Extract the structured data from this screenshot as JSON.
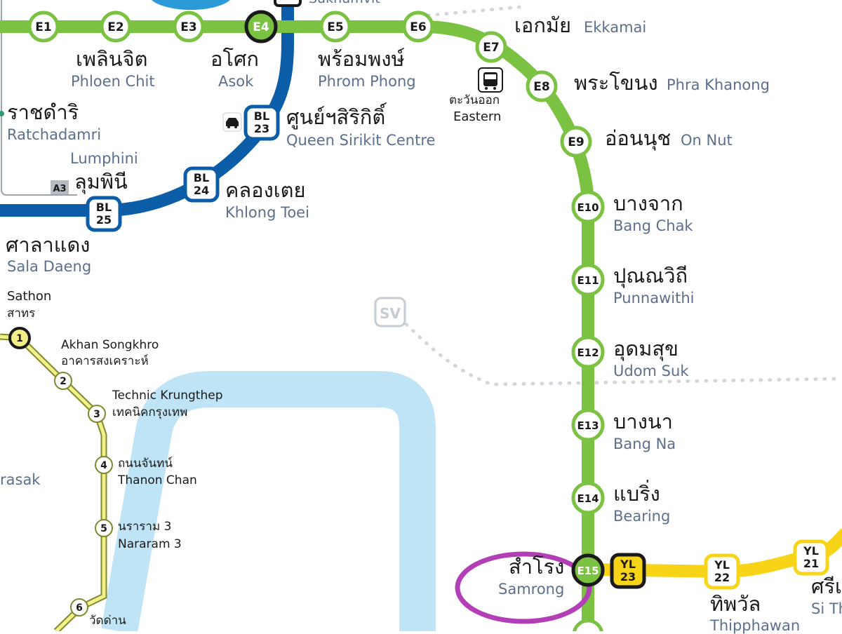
{
  "colors": {
    "sukhumvit_line": "#7cc242",
    "blue_line": "#0a5da6",
    "yellow_line": "#f7d417",
    "gold_line": "#f4f089",
    "river": "#bfe4f6",
    "highlight_circle": "#b23fb5",
    "planned_line": "#d3d6db"
  },
  "partial_top": {
    "sukhumvit": "Sukhumvit"
  },
  "stations": {
    "e1": {
      "code": "E1"
    },
    "e2": {
      "code": "E2",
      "th": "เพลินจิต",
      "en": "Phloen Chit"
    },
    "e3": {
      "code": "E3"
    },
    "e4": {
      "code": "E4",
      "th": "อโศก",
      "en": "Asok"
    },
    "e5": {
      "code": "E5",
      "th": "พร้อมพงษ์",
      "en": "Phrom Phong"
    },
    "e6": {
      "code": "E6"
    },
    "e7": {
      "code": "E7",
      "th": "เอกมัย",
      "en": "Ekkamai"
    },
    "e8": {
      "code": "E8",
      "th": "พระโขนง",
      "en": "Phra Khanong"
    },
    "e9": {
      "code": "E9",
      "th": "อ่อนนุช",
      "en": "On Nut"
    },
    "e10": {
      "code": "E10",
      "th": "บางจาก",
      "en": "Bang Chak"
    },
    "e11": {
      "code": "E11",
      "th": "ปุณณวิถี",
      "en": "Punnawithi"
    },
    "e12": {
      "code": "E12",
      "th": "อุดมสุข",
      "en": "Udom Suk"
    },
    "e13": {
      "code": "E13",
      "th": "บางนา",
      "en": "Bang Na"
    },
    "e14": {
      "code": "E14",
      "th": "แบริ่ง",
      "en": "Bearing"
    },
    "e15": {
      "code": "E15",
      "th": "สำโรง",
      "en": "Samrong"
    },
    "bl23": {
      "code_a": "BL",
      "code_b": "23",
      "th": "ศูนย์ฯสิริกิติ์",
      "en": "Queen Sirikit Centre"
    },
    "bl24": {
      "code_a": "BL",
      "code_b": "24",
      "th": "คลองเตย",
      "en": "Khlong Toei"
    },
    "bl25": {
      "code_a": "BL",
      "code_b": "25",
      "th": "ลุมพินี",
      "en": "Lumphini"
    },
    "yl23": {
      "code_a": "YL",
      "code_b": "23"
    },
    "yl22": {
      "code_a": "YL",
      "code_b": "22",
      "th": "ทิพวัล",
      "en": "Thipphawan"
    },
    "yl21": {
      "code_a": "YL",
      "code_b": "21",
      "th": "ศรีเ",
      "en": "Si Th"
    },
    "ratchadamri": {
      "th": "ราชดำริ",
      "en": "Ratchadamri"
    },
    "sala_daeng": {
      "th": "ศาลาแดง",
      "en": "Sala Daeng"
    },
    "a3": {
      "code": "A3"
    },
    "eastern": {
      "th": "ตะวันออก",
      "en": "Eastern"
    },
    "g1": {
      "code": "1",
      "en": "Sathon",
      "th": "สาทร"
    },
    "g2": {
      "code": "2",
      "en": "Akhan Songkhro",
      "th": "อาคารสงเคราะห์"
    },
    "g3": {
      "code": "3",
      "en": "Technic Krungthep",
      "th": "เทคนิคกรุงเทพ"
    },
    "g4": {
      "code": "4",
      "th": "ถนนจันทน์",
      "en": "Thanon Chan"
    },
    "g5": {
      "code": "5",
      "th": "นราราม 3",
      "en": "Nararam 3"
    },
    "g6": {
      "code": "6",
      "th": "วัดด่าน"
    },
    "surasak": {
      "en": "rasak"
    },
    "sv": {
      "code": "SV"
    }
  }
}
